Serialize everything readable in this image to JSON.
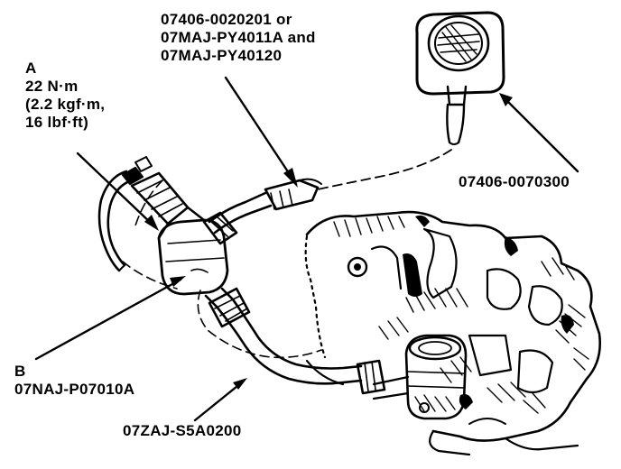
{
  "callouts": {
    "tool_top": {
      "lines": [
        "07406-0020201 or",
        "07MAJ-PY4011A and",
        "07MAJ-PY40120"
      ]
    },
    "a": {
      "letter": "A",
      "torque": [
        "22 N·m",
        "(2.2 kgf·m,",
        "16 lbf·ft)"
      ]
    },
    "gauge": {
      "part": "07406-0070300"
    },
    "b": {
      "letter": "B",
      "part": "07NAJ-P07010A"
    },
    "hose": {
      "part": "07ZAJ-S5A0200"
    }
  },
  "colors": {
    "ink": "#000000",
    "paper": "#ffffff"
  }
}
